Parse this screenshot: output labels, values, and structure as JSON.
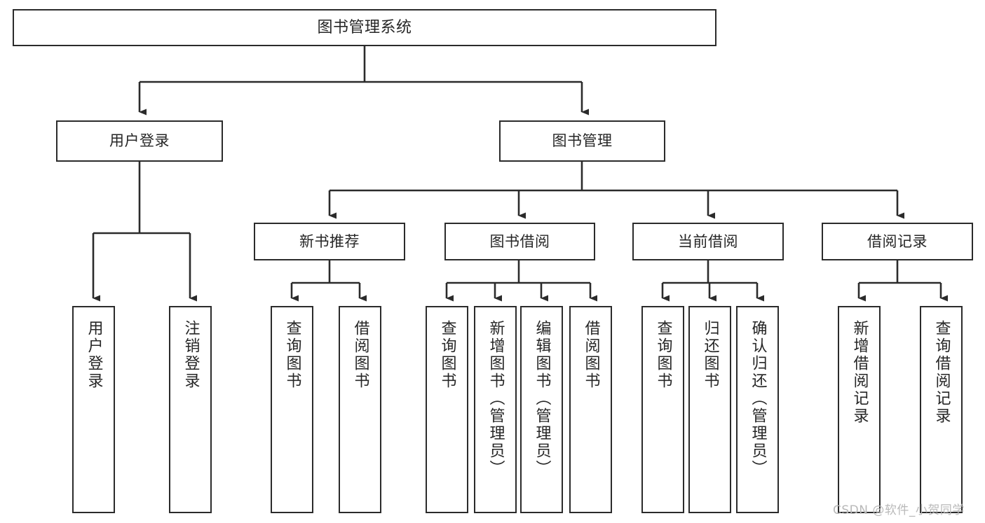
{
  "diagram": {
    "title": "图书管理系统",
    "type": "tree",
    "levels": 3,
    "root": {
      "label": "图书管理系统"
    },
    "level2": [
      {
        "label": "用户登录"
      },
      {
        "label": "图书管理"
      }
    ],
    "level3": [
      {
        "label": "新书推荐"
      },
      {
        "label": "图书借阅"
      },
      {
        "label": "当前借阅"
      },
      {
        "label": "借阅记录"
      }
    ],
    "leaves": [
      {
        "label": "用户登录"
      },
      {
        "label": "注销登录"
      },
      {
        "label": "查询图书"
      },
      {
        "label": "借阅图书"
      },
      {
        "label": "查询图书"
      },
      {
        "label": "新增图书（管理员）"
      },
      {
        "label": "编辑图书（管理员）"
      },
      {
        "label": "借阅图书"
      },
      {
        "label": "查询图书"
      },
      {
        "label": "归还图书"
      },
      {
        "label": "确认归还（管理员）"
      },
      {
        "label": "新增借阅记录"
      },
      {
        "label": "查询借阅记录"
      }
    ]
  },
  "watermark": {
    "text": "CSDN @软件_小贺同学"
  },
  "colors": {
    "stroke": "#2b2b2b",
    "fill": "#ffffff",
    "text": "#262626",
    "watermark": "#b9b9b9"
  }
}
